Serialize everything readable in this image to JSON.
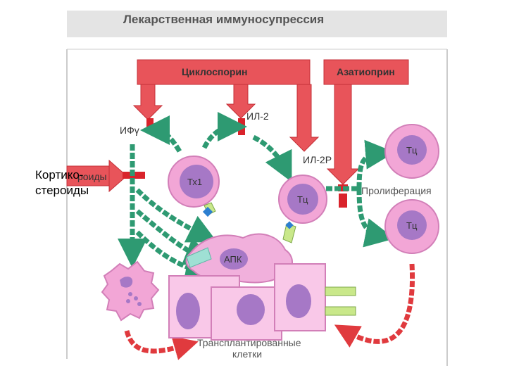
{
  "title": "Лекарственная иммуносупрессия",
  "drugs": {
    "cyclosporin": "Циклоспорин",
    "azathioprin": "Азатиоприн",
    "corticosteroids_line1": "Кортико-",
    "corticosteroids_line2": "стероиды",
    "corticosteroids_underlying_fragment": "роиды"
  },
  "molecules": {
    "ifn": "ИФγ",
    "il2": "ИЛ-2",
    "il2r": "ИЛ-2Р"
  },
  "cells": {
    "th1": "Тх1",
    "tc_center": "Тц",
    "tc_top": "Тц",
    "tc_bottom": "Тц",
    "apc": "АПК",
    "transplant_line1": "Трансплантированные",
    "transplant_line2": "клетки"
  },
  "process": {
    "proliferation": "Пролиферация"
  },
  "colors": {
    "drug_red": "#e8545a",
    "drug_red_dark": "#c43038",
    "arrow_green": "#2e9a72",
    "arrow_red": "#e03a3e",
    "cell_pink": "#f2a6d6",
    "cell_pink_light": "#f9c8e8",
    "nucleus_purple": "#a678c6",
    "receptor_green": "#c9e88a",
    "receptor_blue": "#2c7fd0",
    "apc_pink": "#f1b0dc"
  }
}
